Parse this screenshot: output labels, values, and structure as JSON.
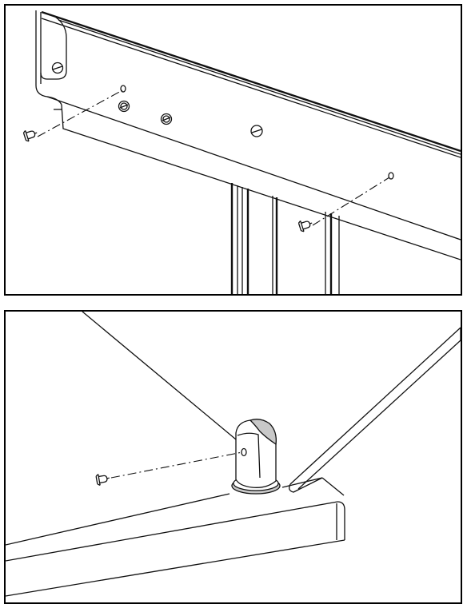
{
  "figure": {
    "panels": [
      {
        "id": "top",
        "subject": "shelf-rail-clip-installation",
        "clips": 2
      },
      {
        "id": "bottom",
        "subject": "door-hinge-pin-clip-installation",
        "clips": 1
      }
    ],
    "colors": {
      "line": "#111111",
      "background": "#ffffff",
      "shade": "#c8c8c8"
    }
  }
}
